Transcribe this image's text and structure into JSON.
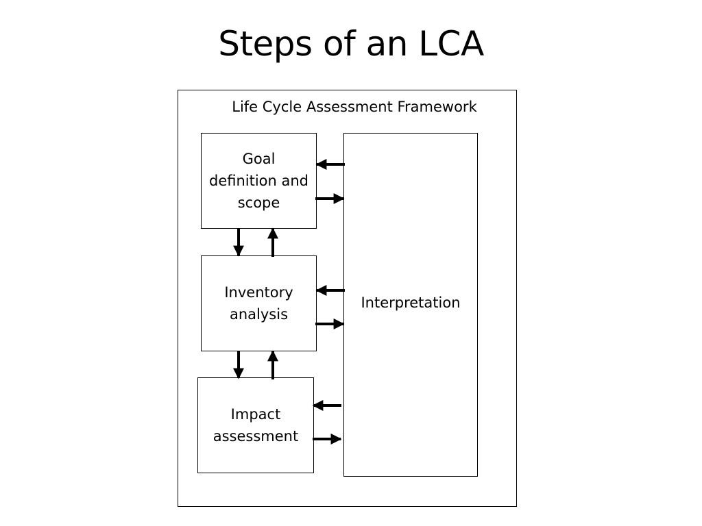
{
  "title": "Steps of an LCA",
  "framework_label": "Life Cycle Assessment Framework",
  "boxes": {
    "goal": "Goal definition and scope",
    "inventory": "Inventory analysis",
    "impact": "Impact assessment",
    "interpretation": "Interpretation"
  }
}
